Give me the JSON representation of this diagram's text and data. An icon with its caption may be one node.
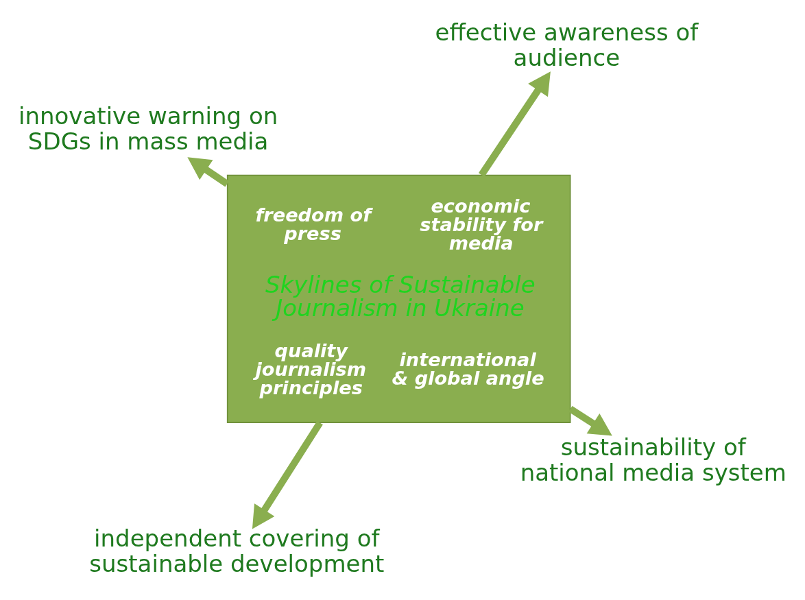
{
  "diagram": {
    "nodes": [
      {
        "text": [
          "freedom of press",
          "economic stability for media",
          "Skylines of Sustainable Journalism in Ukraine",
          "quality journalism principles",
          "international & global angle"
        ]
      },
      {
        "text": [
          "sustainability of national media system"
        ]
      },
      {
        "text": [
          "independent covering of sustainable development"
        ]
      },
      {
        "text": [
          "innovative warning on SDGs in mass media"
        ]
      },
      {
        "text": [
          "effective awareness of audience"
        ]
      }
    ],
    "edges": [
      {
        "from": 0,
        "to": 1,
        "arrow": "to"
      },
      {
        "from": 0,
        "to": 2,
        "arrow": "to"
      },
      {
        "from": 0,
        "to": 3,
        "arrow": "to"
      },
      {
        "from": 0,
        "to": 4,
        "arrow": "to"
      }
    ]
  }
}
